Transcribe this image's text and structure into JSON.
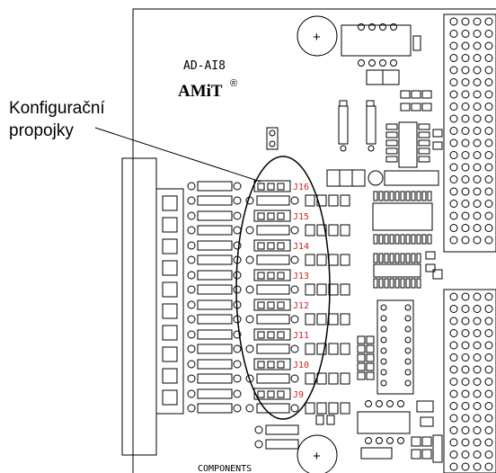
{
  "callout": {
    "line1": "Konfigurační",
    "line2": "propojky"
  },
  "board": {
    "name": "AD-AI8",
    "logo": "AMiT",
    "logo_mark": "®",
    "bottom_label": "COMPONENTS"
  },
  "jumpers": [
    "J16",
    "J15",
    "J14",
    "J13",
    "J12",
    "J11",
    "J10",
    "J9"
  ],
  "colors": {
    "jumper_label": "#d42020",
    "line": "#000000"
  },
  "polarity_symbol": "+"
}
